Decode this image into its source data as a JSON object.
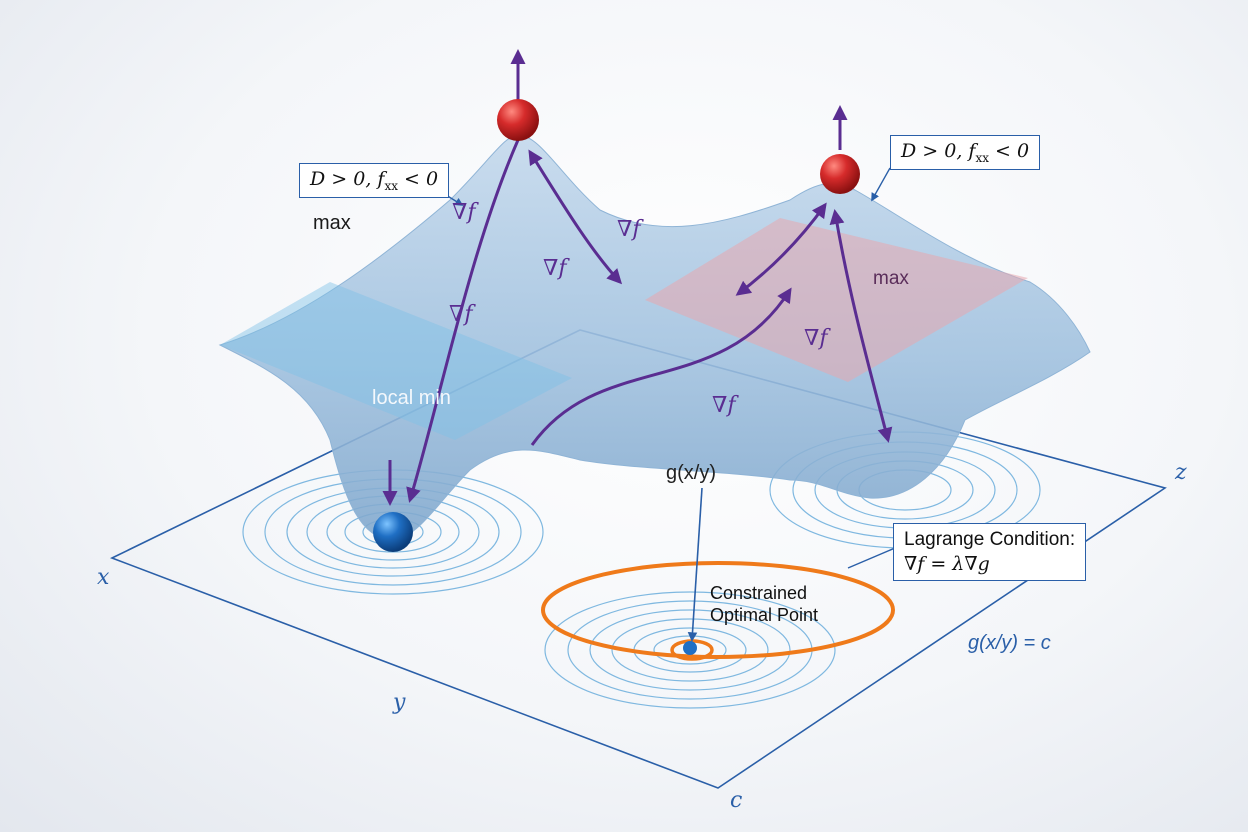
{
  "labels": {
    "max_left": "max",
    "max_right": "max",
    "local_min": "local min",
    "constraint": "g(x/y)",
    "constrained_point_line1": "Constrained",
    "constrained_point_line2": "Optimal Point",
    "constraint_curve": "g(x/y) = c"
  },
  "conditions": {
    "left": {
      "main": "D > 0, f",
      "sub": "xx",
      "tail": " < 0"
    },
    "right": {
      "main": "D > 0, f",
      "sub": "xx",
      "tail": " < 0"
    }
  },
  "lagrange": {
    "title": "Lagrange Condition:",
    "equation": "∇f = λ∇g"
  },
  "gradients": {
    "g1": "∇f",
    "g2": "∇f",
    "g3": "∇f",
    "g4": "∇f",
    "g5": "∇f",
    "g6": "∇f"
  },
  "axes": {
    "x": "x",
    "y": "y",
    "z": "z",
    "c": "c"
  },
  "colors": {
    "surface": "#8fb4d6",
    "surface_light": "#b9d3ea",
    "max_plane": "#e8a8ae",
    "min_plane": "#7ec0e6",
    "gradient_arrows": "#5a2d91",
    "max_point": "#d62b2b",
    "min_point": "#1f6fc4",
    "constraint_ring": "#ef7a1a",
    "axis_lines": "#2a5fa8",
    "contours": "#7fb8e0"
  }
}
